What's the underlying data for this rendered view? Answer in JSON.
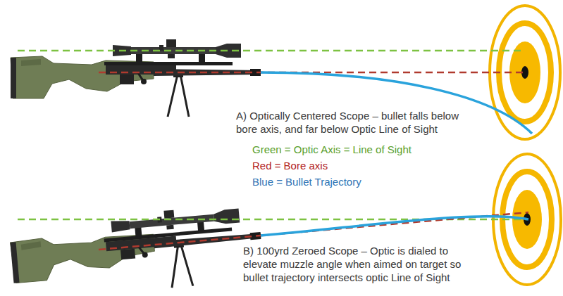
{
  "diagram": {
    "labels": [
      "A) Optically Centered Scope – bullet falls below bore axis, and far below Optic Line of Sight",
      "B) 100yrd Zeroed Scope – Optic is dialed to elevate muzzle angle when aimed on target so bullet trajectory intersects optic Line of Sight"
    ],
    "legend": [
      {
        "text": "Green = Optic Axis = Line of Sight",
        "color": "#5aa02c"
      },
      {
        "text": "Red = Bore axis",
        "color": "#b22222"
      },
      {
        "text": "Blue = Bullet Trajectory",
        "color": "#2e75b6"
      }
    ]
  }
}
